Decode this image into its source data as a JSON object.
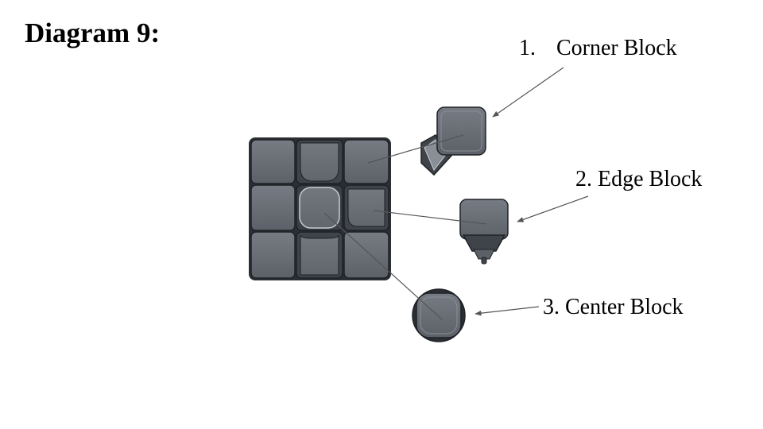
{
  "title": "Diagram 9:",
  "labels": {
    "corner": {
      "number": "1.",
      "text": "Corner Block"
    },
    "edge": {
      "text": "2. Edge Block"
    },
    "center": {
      "text": "3. Center Block"
    }
  },
  "colors": {
    "piece_fill": "#666b73",
    "piece_dark": "#3f434a",
    "piece_light": "#8a8f97",
    "highlight": "#c9ccd1",
    "outline": "#1f2226",
    "leader_line": "#555555",
    "text": "#000000",
    "background": "#ffffff"
  }
}
